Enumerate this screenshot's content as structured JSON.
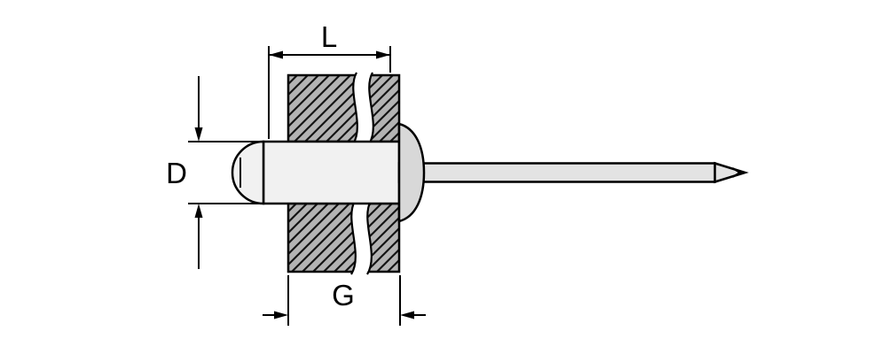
{
  "diagram": {
    "labels": {
      "l": "L",
      "d": "D",
      "g": "G"
    },
    "colors": {
      "line": "#000000",
      "plate_fill": "#b3b3b3",
      "hatch_line": "#141414",
      "rivet_body_fill": "#f1f1f1",
      "blind_head_fill": "#d8d8d8",
      "mandrel_fill": "#e3e3e3",
      "background": "#ffffff"
    }
  }
}
